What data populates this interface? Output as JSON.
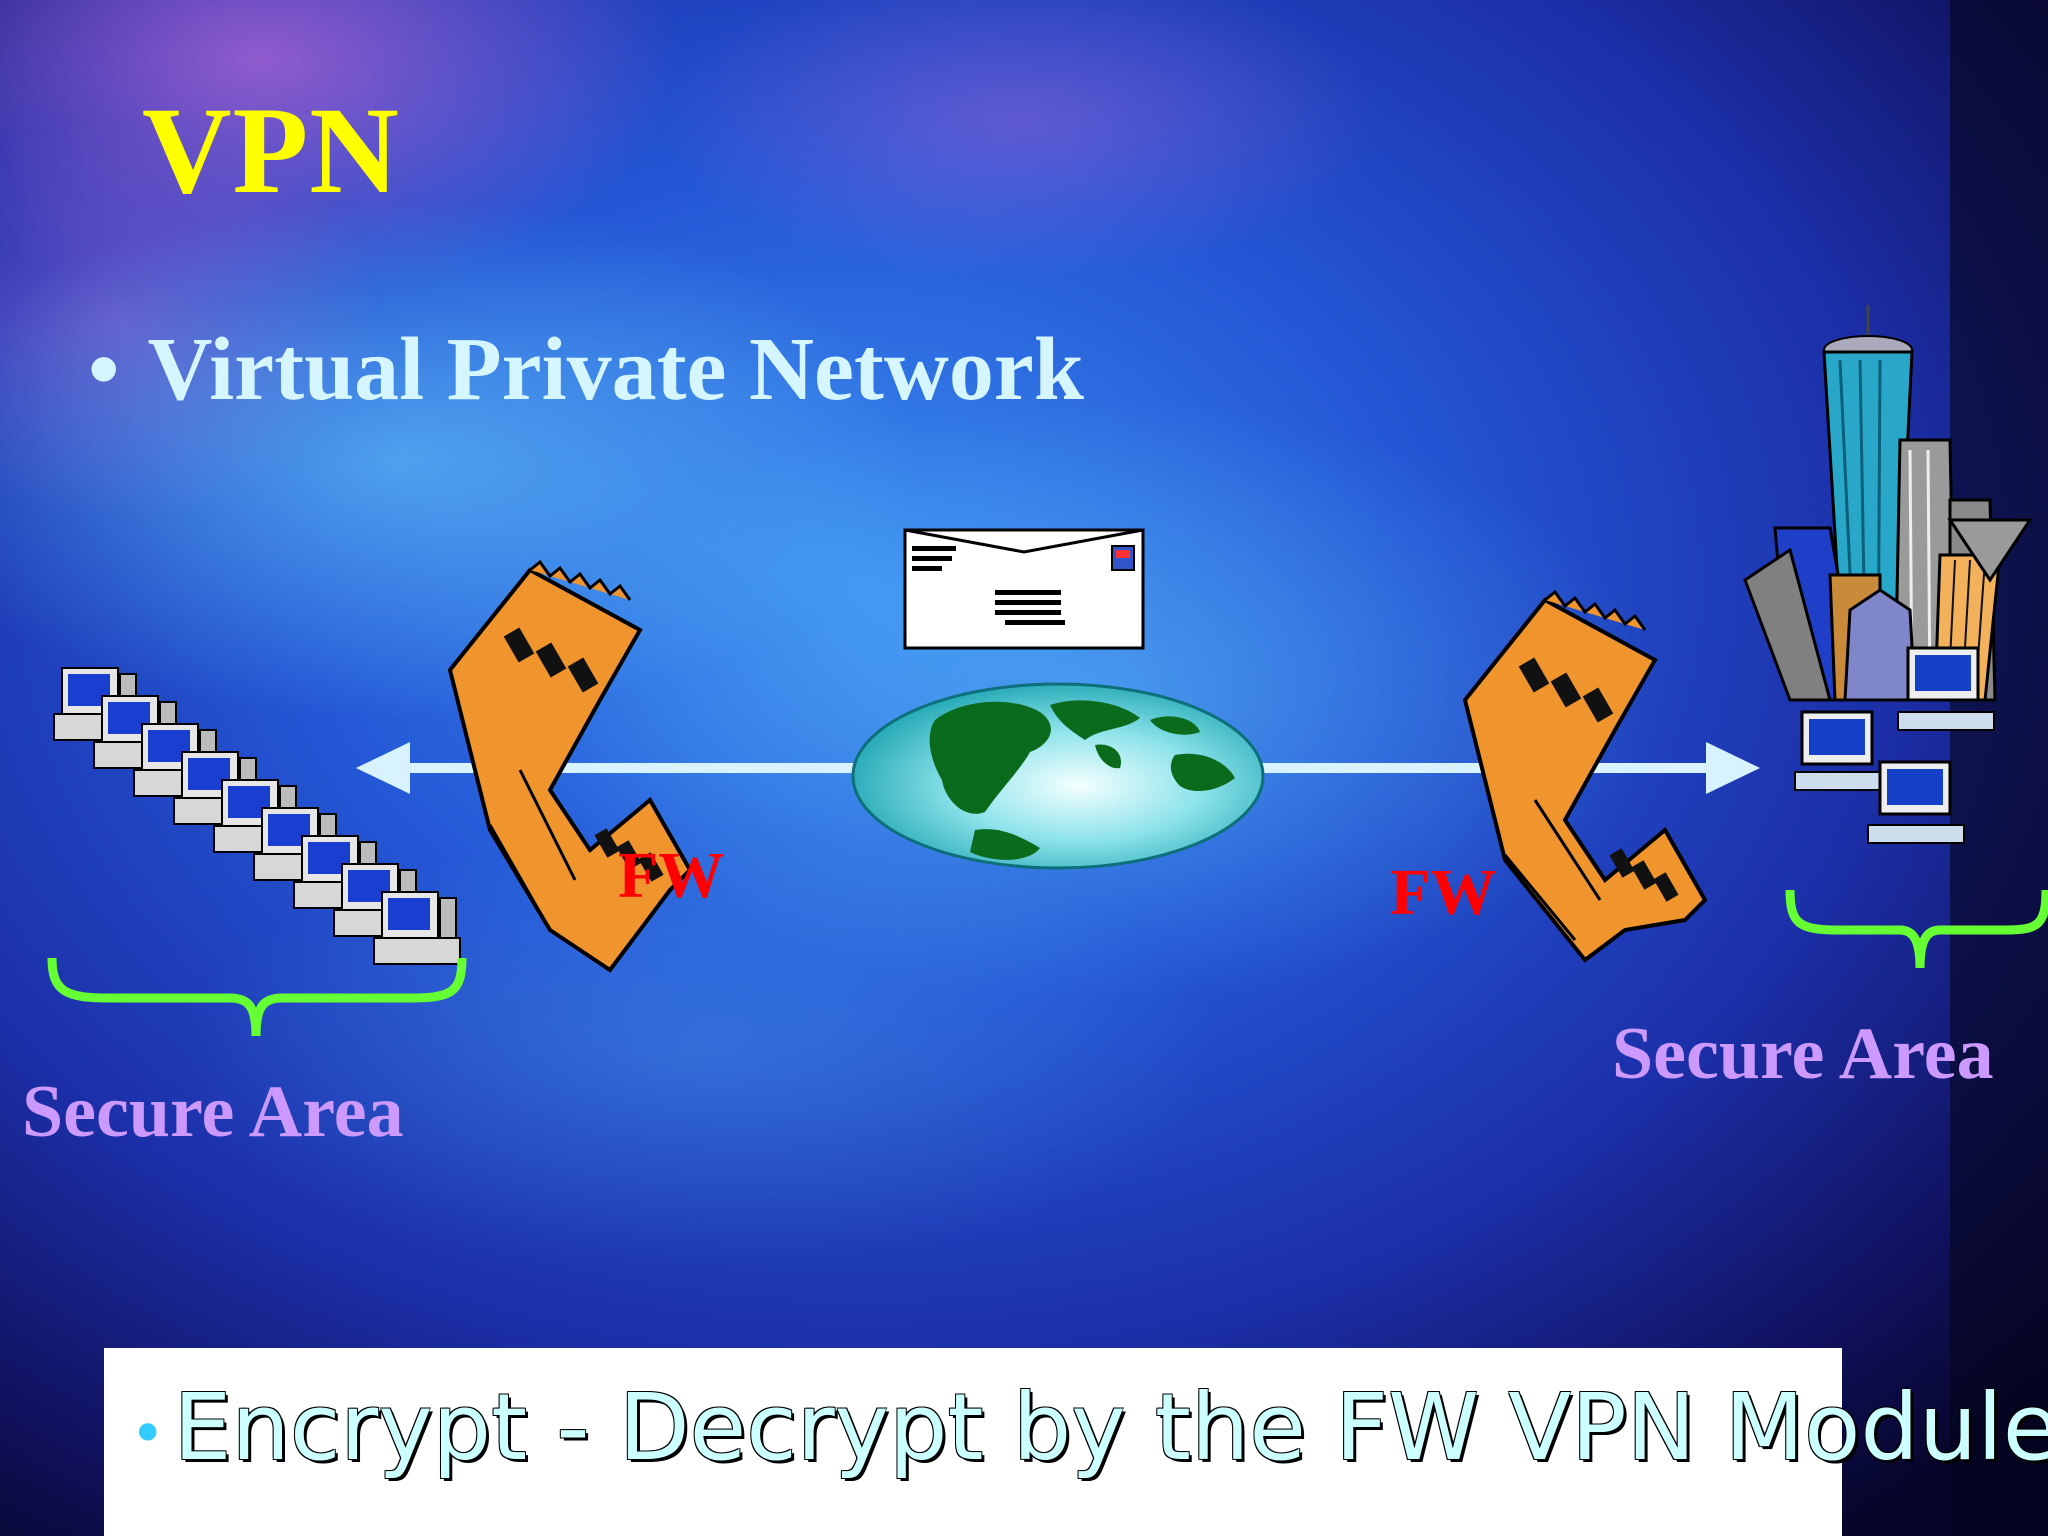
{
  "slide": {
    "title": "VPN",
    "bullet": "Virtual Private Network",
    "bullet_glyph": "•"
  },
  "diagram": {
    "left_area_label": "Secure Area",
    "right_area_label": "Secure Area",
    "left_firewall_label": "FW",
    "right_firewall_label": "FW"
  },
  "banner": {
    "bullet_glyph": "•",
    "text": "Encrypt - Decrypt by the FW VPN Module"
  },
  "colors": {
    "title": "#ffff00",
    "bullet_text": "#d6f6ff",
    "area_label": "#cc99ff",
    "firewall_label": "#ff0000",
    "brace": "#66ff33",
    "arrow": "#d8f2ff",
    "banner_bg": "#ffffff"
  },
  "icons": [
    "globe-icon",
    "envelope-icon",
    "firewall-tower-icon",
    "computer-row-icon",
    "city-buildings-icon"
  ]
}
